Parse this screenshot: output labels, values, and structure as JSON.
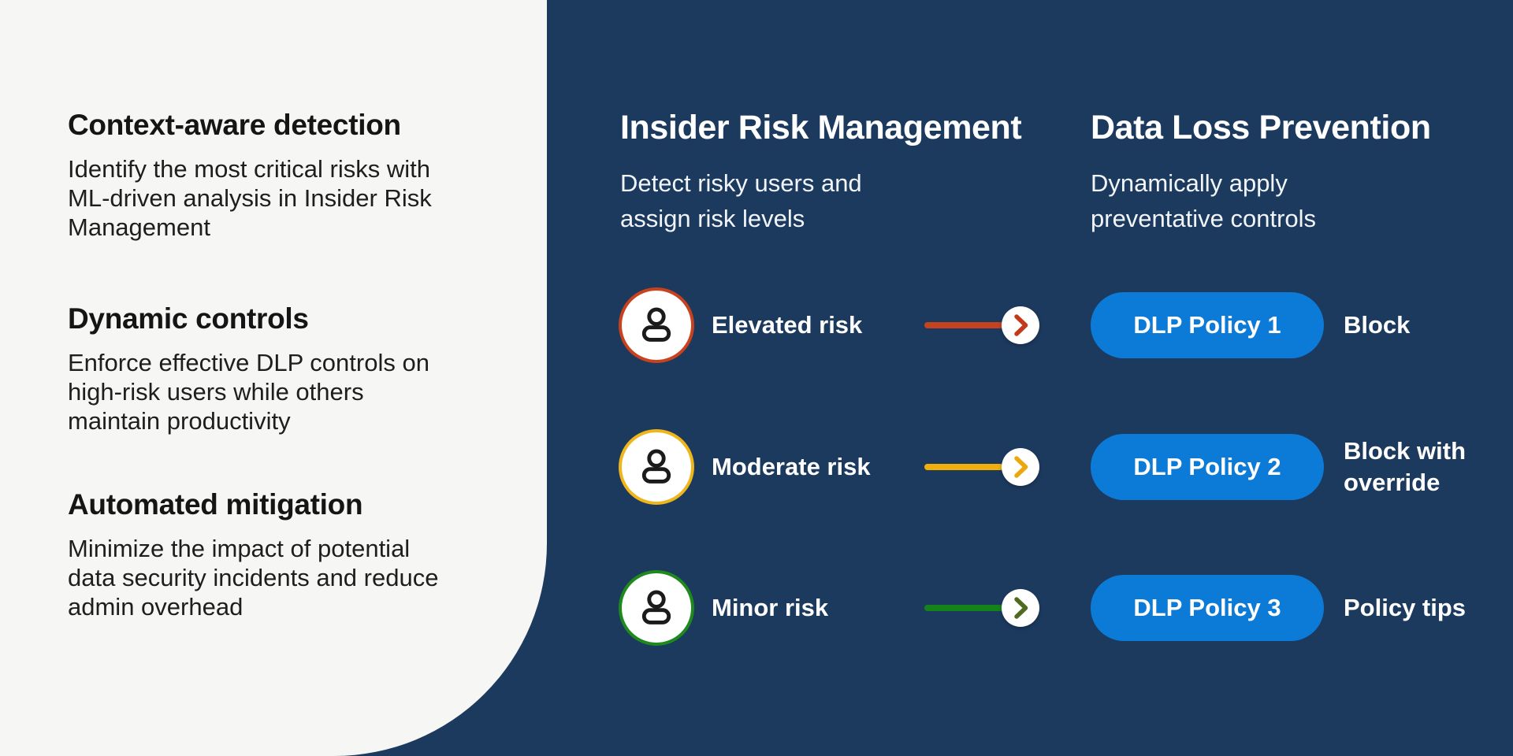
{
  "colors": {
    "background_navy": "#1C3A5E",
    "panel_light": "#F6F6F4",
    "button_blue": "#0C7BD8",
    "icon_glyph": "#1B1B1B",
    "white": "#FFFFFF"
  },
  "icons": {
    "risk_user": "person-icon",
    "flow_arrow": "chevron-right-icon"
  },
  "left_panel": {
    "sections": [
      {
        "title": "Context-aware detection",
        "body": "Identify the most critical risks with\nML-driven analysis in Insider Risk\nManagement"
      },
      {
        "title": "Dynamic controls",
        "body": "Enforce effective DLP controls on\nhigh-risk users while others\nmaintain productivity"
      },
      {
        "title": "Automated mitigation",
        "body": "Minimize the impact of potential\ndata security incidents and reduce\nadmin overhead"
      }
    ]
  },
  "right": {
    "irm": {
      "title": "Insider Risk Management",
      "subtitle": "Detect risky users and\nassign risk levels"
    },
    "dlp": {
      "title": "Data Loss Prevention",
      "subtitle": "Dynamically apply\npreventative controls"
    },
    "rows": [
      {
        "risk_label": "Elevated risk",
        "ring_color": "#C8421D",
        "line_color": "#C5431F",
        "chevron_color": "#C23A1B",
        "policy_label": "DLP Policy 1",
        "action_label": "Block"
      },
      {
        "risk_label": "Moderate risk",
        "ring_color": "#EFB61B",
        "line_color": "#F0AF0D",
        "chevron_color": "#ECA70D",
        "policy_label": "DLP Policy 2",
        "action_label": "Block with\noverride"
      },
      {
        "risk_label": "Minor risk",
        "ring_color": "#1E8A1E",
        "line_color": "#15821A",
        "chevron_color": "#4E6B1F",
        "policy_label": "DLP Policy 3",
        "action_label": "Policy tips"
      }
    ]
  }
}
